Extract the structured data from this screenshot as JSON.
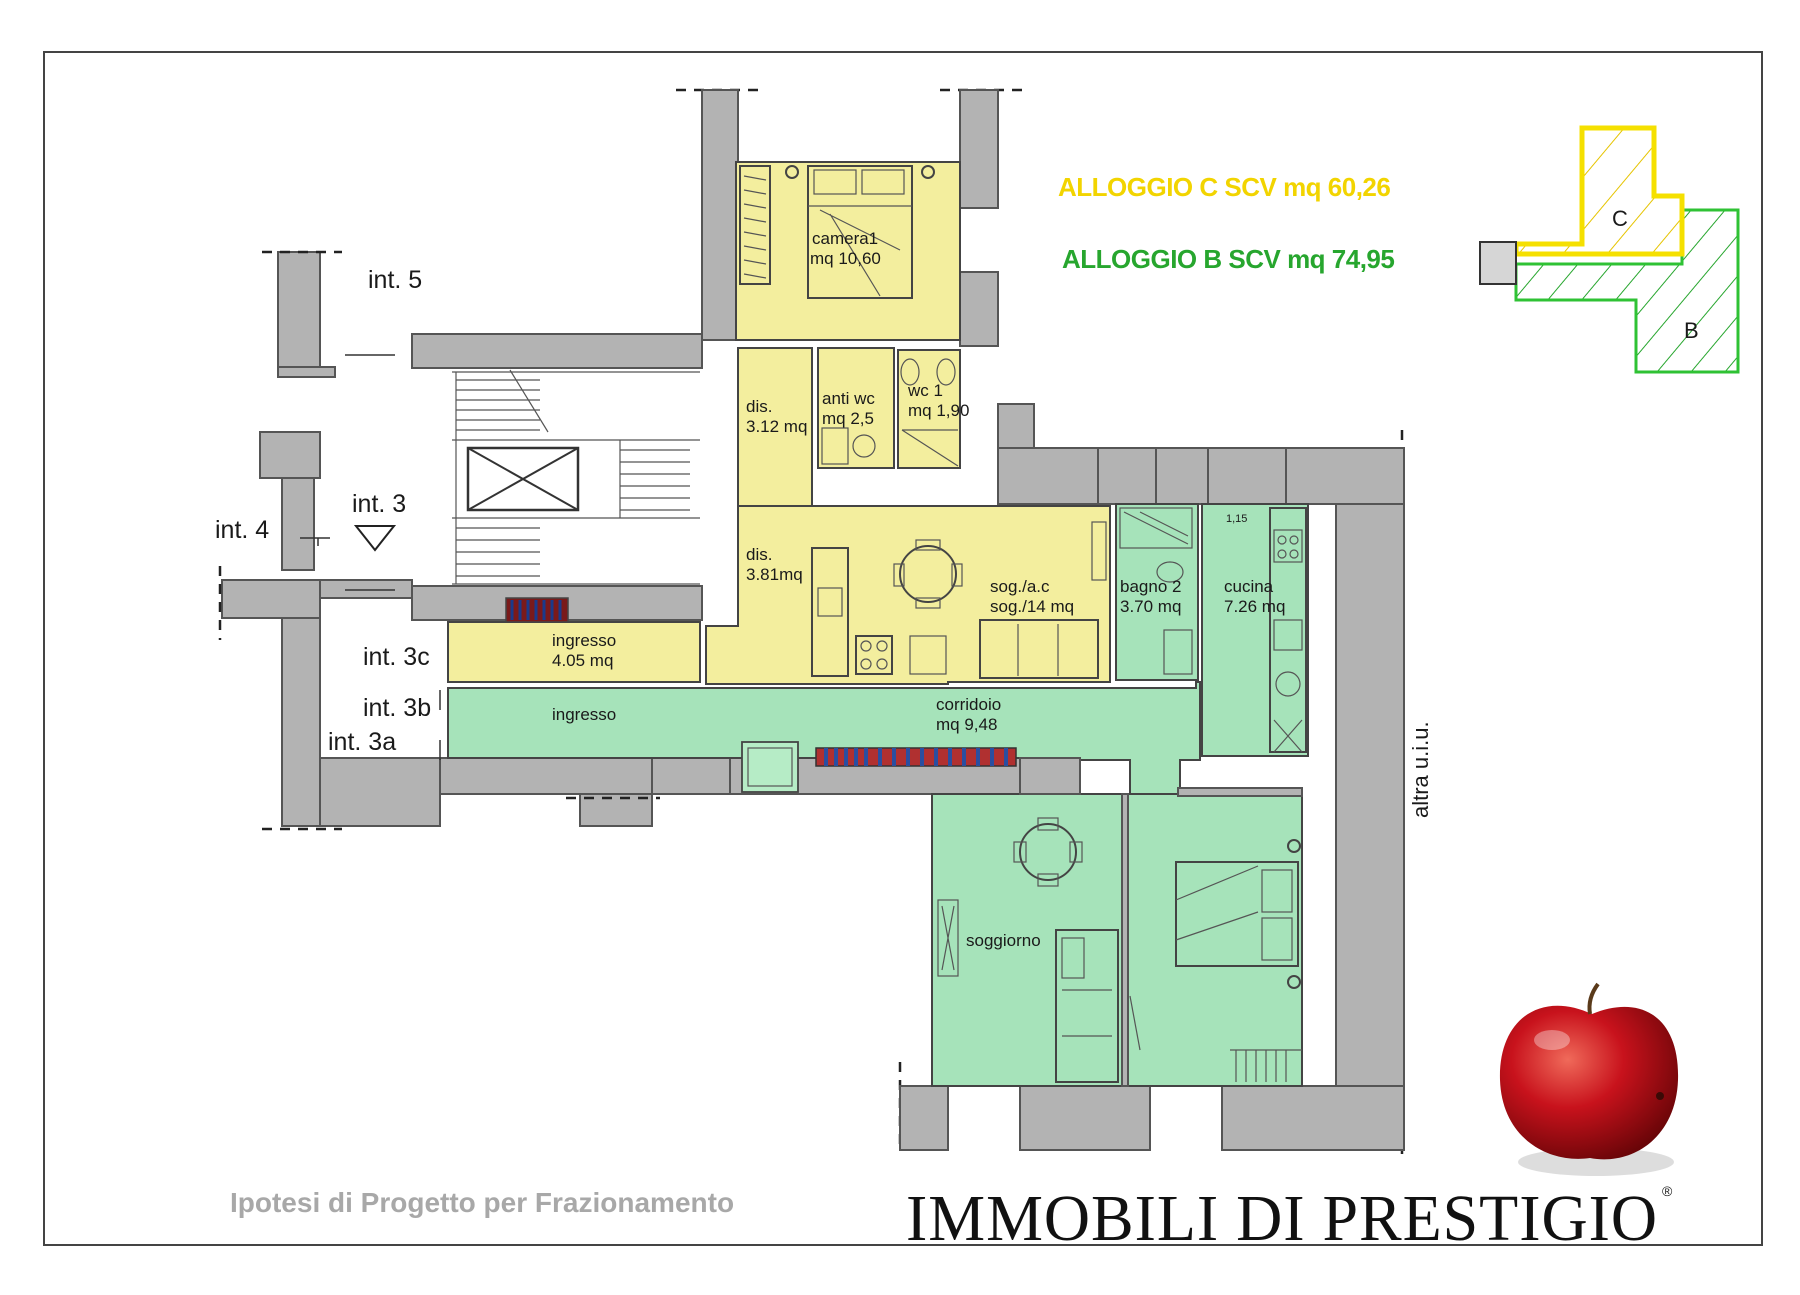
{
  "legend": {
    "c": "ALLOGGIO C SCV mq 60,26",
    "b": "ALLOGGIO B SCV mq 74,95",
    "c_color": "#f2d400",
    "b_color": "#27a62e",
    "key_c": "C",
    "key_b": "B"
  },
  "building": {
    "int5": "int. 5",
    "int4": "int. 4",
    "int3": "int. 3",
    "int3c": "int. 3c",
    "int3b": "int. 3b",
    "int3a": "int. 3a",
    "altra": "altra u.i.u."
  },
  "rooms": {
    "camera1_name": "camera1",
    "camera1_area": "mq 10,60",
    "dis1_name": "dis.",
    "dis1_area": "3.12 mq",
    "antiwc_name": "anti wc",
    "antiwc_area": "mq 2,5",
    "wc1_name": "wc  1",
    "wc1_area": "mq 1,90",
    "dis2_name": "dis.",
    "dis2_area": "3.81mq",
    "sog_name": "sog./a.c",
    "sog_area": "sog./14 mq",
    "bagno2_name": "bagno 2",
    "bagno2_area": "3.70 mq",
    "cucina_name": "cucina",
    "cucina_area": "7.26 mq",
    "cucina_dim": "1,15",
    "ingressoC_name": "ingresso",
    "ingressoC_area": "4.05 mq",
    "ingressoB_name": "ingresso",
    "corridoio_name": "corridoio",
    "corridoio_area": "mq 9,48",
    "soggiorno_name": "soggiorno"
  },
  "footer": {
    "subtitle": "Ipotesi di Progetto per Frazionamento",
    "brand": "IMMOBILI DI PRESTIGIO",
    "registered": "®"
  }
}
